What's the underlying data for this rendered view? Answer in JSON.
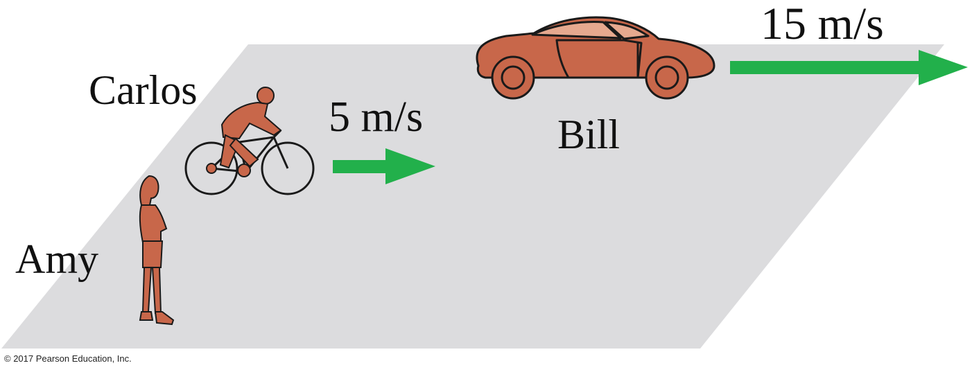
{
  "labels": {
    "carlos": "Carlos",
    "amy": "Amy",
    "bill": "Bill"
  },
  "velocities": {
    "carlos_speed": "5 m/s",
    "bill_speed": "15 m/s"
  },
  "copyright": "© 2017 Pearson Education, Inc.",
  "colors": {
    "ground": "#dcdcde",
    "figure": "#c8674a",
    "car_window": "#e6a98f",
    "arrow": "#22b04b",
    "outline": "#1a1a1a"
  },
  "icons": {
    "cyclist": "cyclist-icon",
    "person": "standing-person-icon",
    "car": "car-icon",
    "arrow": "velocity-arrow-icon"
  }
}
